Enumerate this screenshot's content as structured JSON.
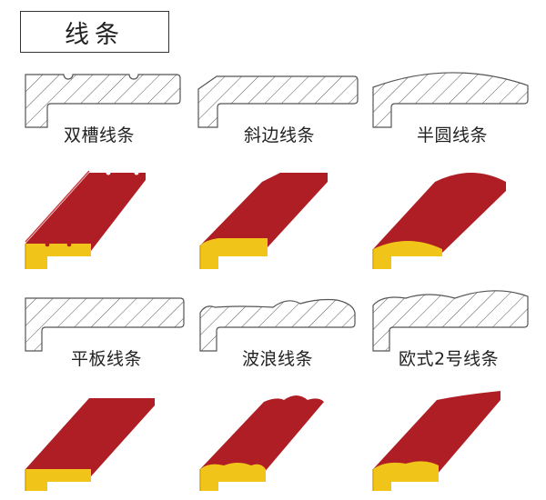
{
  "page_title": "线条",
  "profiles": [
    {
      "label": "双槽线条"
    },
    {
      "label": "斜边线条"
    },
    {
      "label": "半圆线条"
    },
    {
      "label": "平板线条"
    },
    {
      "label": "波浪线条"
    },
    {
      "label": "欧式2号线条"
    }
  ],
  "colors": {
    "face": "#b01e25",
    "edge": "#f0c419",
    "edge_dark": "#d8a800",
    "hatch": "#555555"
  }
}
